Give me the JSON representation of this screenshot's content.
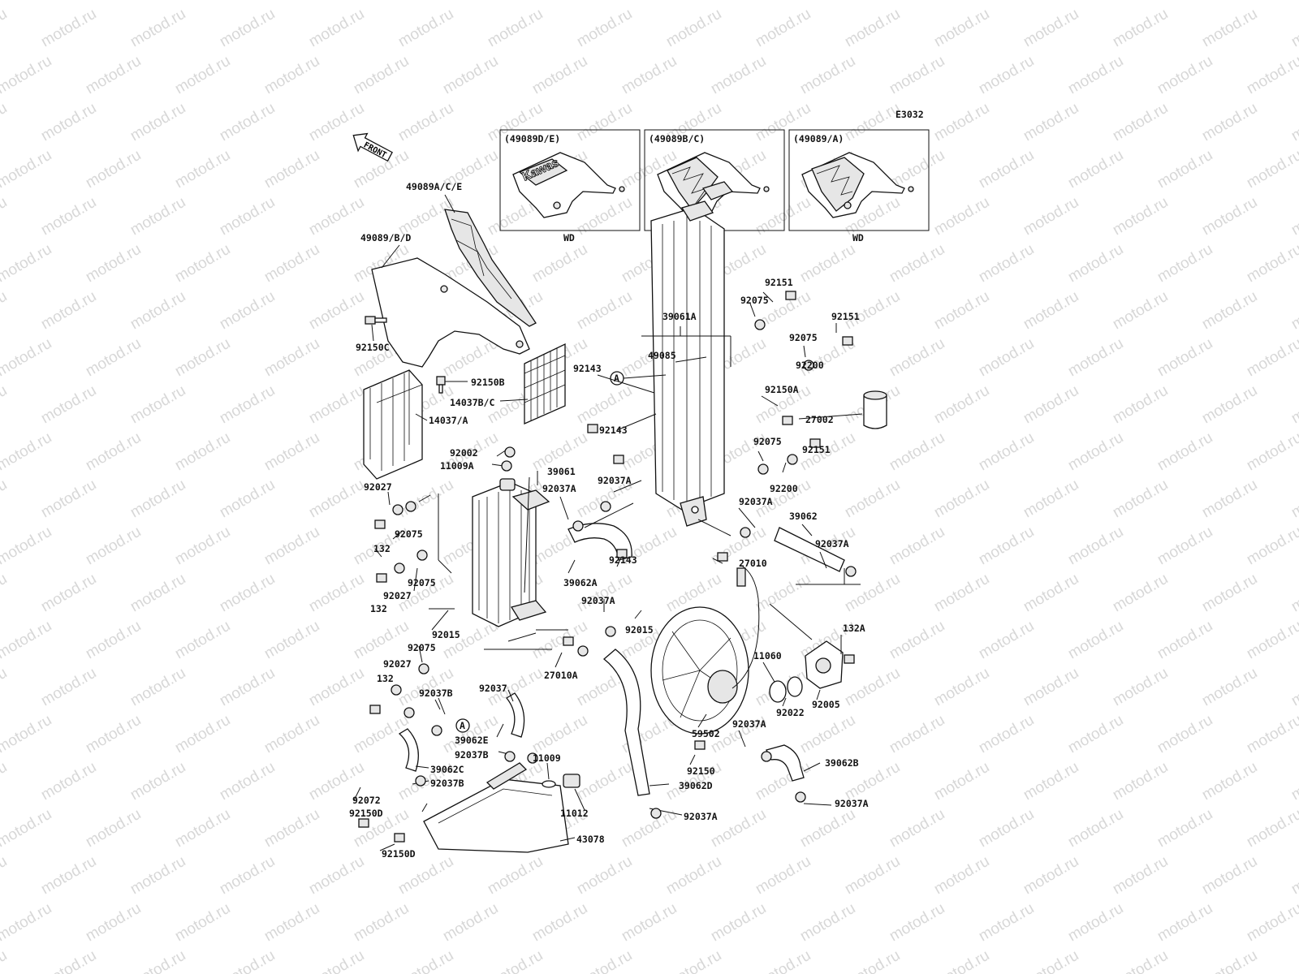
{
  "watermark": "motod.ru",
  "diagram_code": "E3032",
  "front_arrow": "FRONT",
  "insets": [
    {
      "code": "(49089D/E)",
      "note": "WD",
      "brand_text": "Kawas"
    },
    {
      "code": "(49089B/C)",
      "note": "WD"
    },
    {
      "code": "(49089/A)",
      "note": "WD"
    }
  ],
  "callout_marker": "A",
  "labels": {
    "l49089ace": "49089A/C/E",
    "l49089bd": "49089/B/D",
    "l92150c": "92150C",
    "l92150b": "92150B",
    "l14037bc": "14037B/C",
    "l14037a": "14037/A",
    "l92151_1": "92151",
    "l92075_1": "92075",
    "l92151_2": "92151",
    "l39061a": "39061A",
    "l92075_2": "92075",
    "l49085": "49085",
    "l92200_1": "92200",
    "l92143_1": "92143",
    "l92150a": "92150A",
    "l27002": "27002",
    "l92143_2": "92143",
    "l92002": "92002",
    "l39061": "39061",
    "l11009a": "11009A",
    "l92075_3": "92075",
    "l92151_3": "92151",
    "l92037a_1": "92037A",
    "l92200_2": "92200",
    "l92037a_2": "92037A",
    "l92027_1": "92027",
    "l92037a_3": "92037A",
    "l39062": "39062",
    "l92075_4": "92075",
    "l132_1": "132",
    "l92037a_4": "92037A",
    "l39062a": "39062A",
    "l92143_3": "92143",
    "l27010": "27010",
    "l92027_2": "92027",
    "l92075_5": "92075",
    "l132_2": "132",
    "l92037a_5": "92037A",
    "l92015_1": "92015",
    "l92015_2": "92015",
    "l92075_6": "92075",
    "l132a": "132A",
    "l92027_3": "92027",
    "l11060": "11060",
    "l92037": "92037",
    "l27010a": "27010A",
    "l132_3": "132",
    "l92037b_1": "92037B",
    "l92022": "92022",
    "l92005": "92005",
    "l59502": "59502",
    "l92037a_6": "92037A",
    "l39062e": "39062E",
    "l92037b_2": "92037B",
    "l11009": "11009",
    "l92150": "92150",
    "l39062b": "39062B",
    "l39062c": "39062C",
    "l92037b_3": "92037B",
    "l39062d": "39062D",
    "l92072": "92072",
    "l11012": "11012",
    "l92037a_7": "92037A",
    "l92150d_1": "92150D",
    "l92037a_8": "92037A",
    "l92150d_2": "92150D",
    "l43078": "43078"
  }
}
